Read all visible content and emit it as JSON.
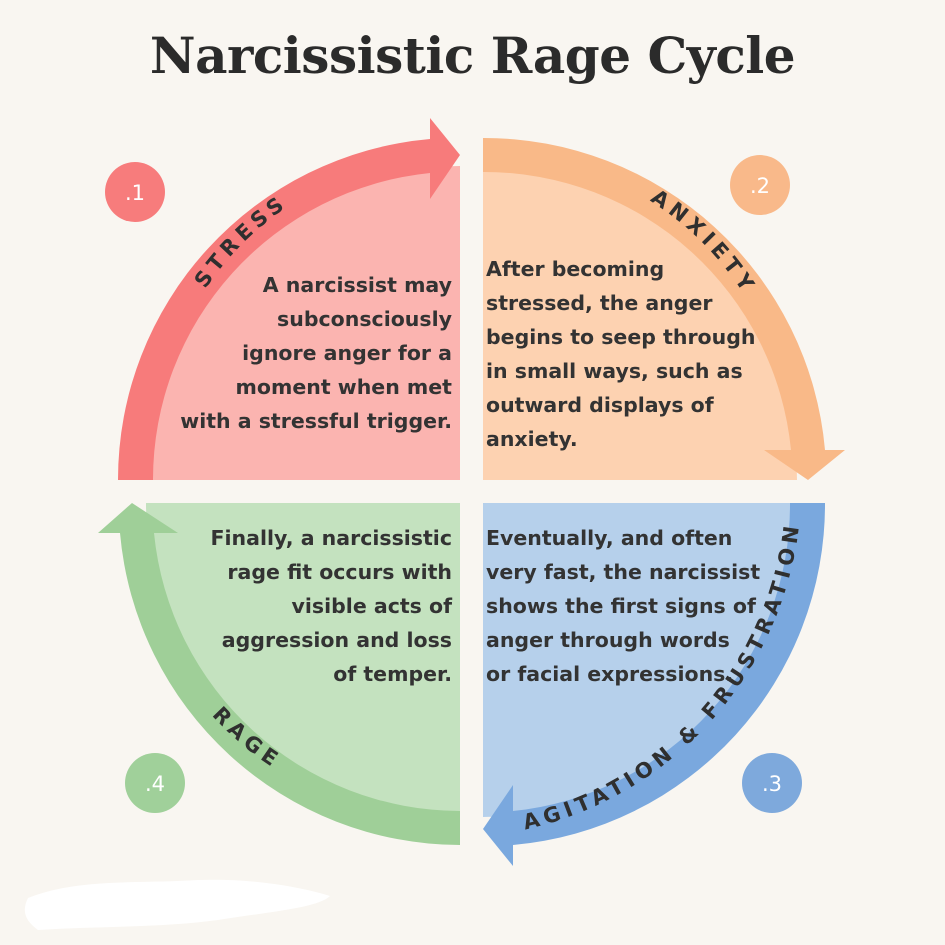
{
  "title": "Narcissistic Rage Cycle",
  "stages": [
    {
      "number": ".1",
      "label": "STRESS",
      "description": "A narcissist may\nsubconsciously\nignore anger for a\nmoment when met\nwith a stressful trigger.",
      "fill_color": "#fbb4b0",
      "arrow_color": "#f77b7b",
      "badge_color": "#f77c7c"
    },
    {
      "number": ".2",
      "label": "ANXIETY",
      "description": "After becoming\nstressed, the anger\nbegins to seep through\nin small ways, such as\noutward displays of\nanxiety.",
      "fill_color": "#fdd2b1",
      "arrow_color": "#f9b988",
      "badge_color": "#f9b98a"
    },
    {
      "number": ".3",
      "label": "AGITATION & FRUSTRATION",
      "description": "Eventually, and often\nvery fast, the narcissist\nshows the first signs of\nanger through words\nor facial expressions.",
      "fill_color": "#b6d0eb",
      "arrow_color": "#7aa8de",
      "badge_color": "#7ea9dc"
    },
    {
      "number": ".4",
      "label": "RAGE",
      "description": "Finally, a narcissistic\nrage fit occurs with\nvisible acts of\naggression and loss\nof temper.",
      "fill_color": "#c4e2bf",
      "arrow_color": "#9fcf98",
      "badge_color": "#a0d09a"
    }
  ]
}
